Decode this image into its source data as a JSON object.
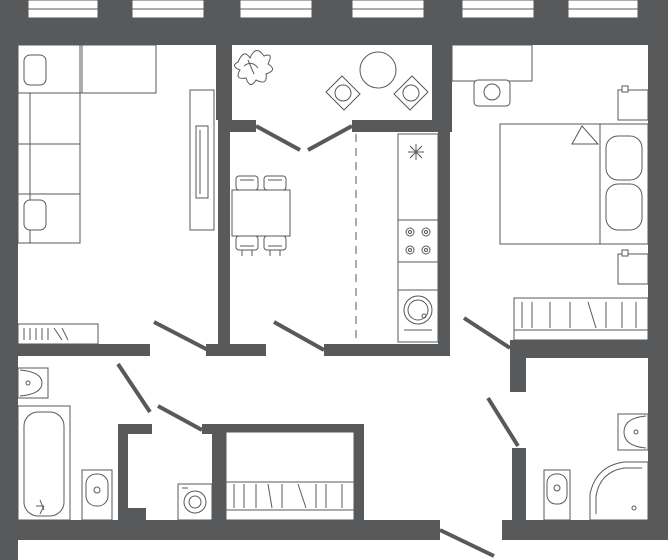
{
  "plan": {
    "wall_color": "#58595b",
    "line_color": "#58595b",
    "background_color": "#ffffff",
    "rooms": [
      {
        "id": "living-room",
        "furniture": [
          "corner-sofa",
          "tv-stand",
          "radiator"
        ]
      },
      {
        "id": "balcony",
        "furniture": [
          "round-table",
          "chair",
          "chair",
          "plant"
        ]
      },
      {
        "id": "kitchen",
        "furniture": [
          "dining-table",
          "chair",
          "chair",
          "chair",
          "chair",
          "counter",
          "stove",
          "sink"
        ]
      },
      {
        "id": "bedroom",
        "furniture": [
          "double-bed",
          "pillow",
          "pillow",
          "nightstand",
          "nightstand",
          "desk",
          "chair",
          "wardrobe"
        ]
      },
      {
        "id": "bathroom",
        "furniture": [
          "bathtub",
          "washbasin",
          "toilet"
        ]
      },
      {
        "id": "laundry",
        "furniture": [
          "washing-machine"
        ]
      },
      {
        "id": "closet",
        "furniture": [
          "clothes-rail"
        ]
      },
      {
        "id": "shower-room",
        "furniture": [
          "shower",
          "washbasin",
          "toilet"
        ]
      }
    ]
  }
}
